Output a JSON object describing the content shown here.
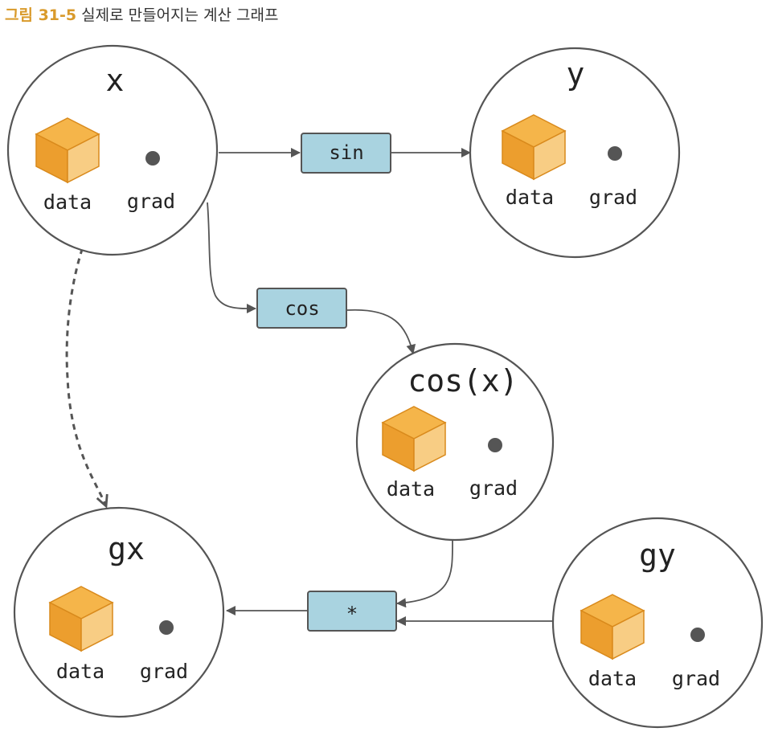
{
  "caption": {
    "number": "그림 31-5",
    "text": "실제로 만들어지는 계산 그래프"
  },
  "colors": {
    "caption_number": "#d99a2b",
    "function_box": "#a9d3e0",
    "cube_top": "#f5b54a",
    "cube_front": "#ec9e2e",
    "cube_side": "#f8cd84",
    "stroke": "#555555"
  },
  "nodes": {
    "x": {
      "title": "x",
      "data_label": "data",
      "grad_label": "grad"
    },
    "y": {
      "title": "y",
      "data_label": "data",
      "grad_label": "grad"
    },
    "cosx": {
      "title": "cos(x)",
      "data_label": "data",
      "grad_label": "grad"
    },
    "gx": {
      "title": "gx",
      "data_label": "data",
      "grad_label": "grad"
    },
    "gy": {
      "title": "gy",
      "data_label": "data",
      "grad_label": "grad"
    }
  },
  "functions": {
    "sin": {
      "label": "sin"
    },
    "cos": {
      "label": "cos"
    },
    "mul": {
      "label": "*"
    }
  },
  "edges": [
    {
      "from": "x",
      "to": "sin",
      "style": "solid"
    },
    {
      "from": "sin",
      "to": "y",
      "style": "solid"
    },
    {
      "from": "x",
      "to": "cos",
      "style": "solid"
    },
    {
      "from": "cos",
      "to": "cos(x)",
      "style": "solid"
    },
    {
      "from": "cos(x)",
      "to": "*",
      "style": "solid"
    },
    {
      "from": "gy",
      "to": "*",
      "style": "solid"
    },
    {
      "from": "*",
      "to": "gx",
      "style": "solid"
    },
    {
      "from": "x.grad",
      "to": "gx",
      "style": "dashed"
    }
  ]
}
